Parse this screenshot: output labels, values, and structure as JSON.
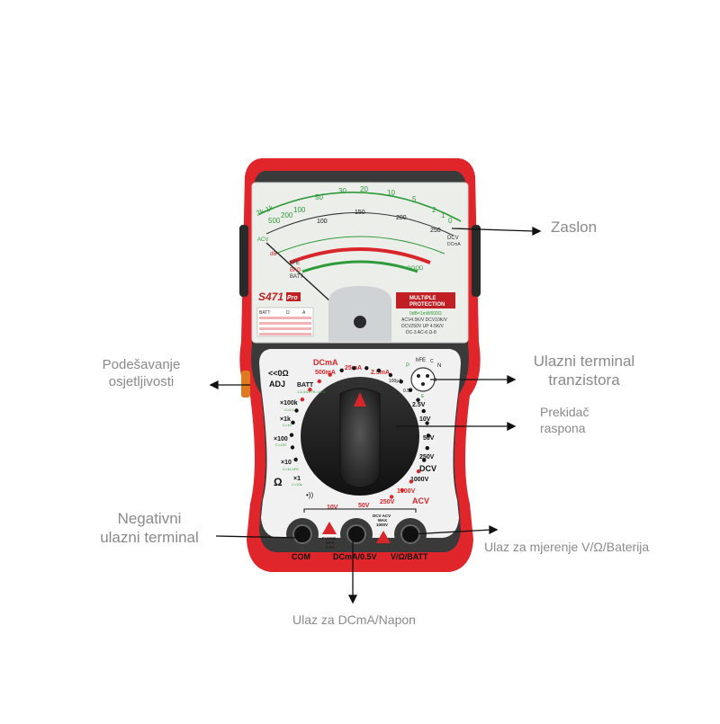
{
  "callouts": {
    "display": "Zaslon",
    "sensitivity_line1": "Podešavanje",
    "sensitivity_line2": "osjetljivosti",
    "transistor_line1": "Ulazni terminal",
    "transistor_line2": "tranzistora",
    "range_line1": "Prekidač",
    "range_line2": "raspona",
    "negative_line1": "Negativni",
    "negative_line2": "ulazni terminal",
    "vohm_input": "Ulaz za mjerenje V/Ω/Baterija",
    "dcma_input": "Ulaz za DCmA/Napon"
  },
  "meter": {
    "model": "S471",
    "model_suffix": "Pro",
    "badge_line1": "MULTIPLE",
    "badge_line2": "PROTECTION",
    "scale_top_left": "2k-1k",
    "scale_top": [
      "500",
      "200",
      "100",
      "50",
      "30",
      "20",
      "10",
      "5",
      "2",
      "1",
      "0"
    ],
    "scale_mid": [
      "100",
      "150",
      "200",
      "250"
    ],
    "scale_labels": {
      "acv": "ACV",
      "dcv": "DCV",
      "dcma": "DCmA",
      "dbl": "dB",
      "hfe": "hFE",
      "bad": "BAD",
      "batt": "BATT",
      "good": "GOOD"
    },
    "info_line1": "0dB=1mW600Ω",
    "info_line2": "ACV4.5K/V DCV10K/V",
    "info_line3": "DCV250V UP 4.5K/V",
    "info_line4": "DC-3 AC-6 Ω-8",
    "table_h1": "BATT",
    "table_h2": "Ω",
    "table_h3": "A"
  },
  "dial": {
    "left_top": "<<0Ω",
    "left_adj": "ADJ",
    "batt": "BATT",
    "batt_sub": "1.2-3.6V RL=10Ω",
    "dcma": "DCmA",
    "ma500": "500mA",
    "ma25": "25mA",
    "ma2_5": "2.5mA",
    "ua100": "100μA",
    "v05": "0.5V",
    "v25": "2.5V",
    "v10": "10V",
    "v50": "50V",
    "v250": "250V",
    "dcv": "DCV",
    "v1000": "1000V",
    "r100k": "×100k",
    "r100k_sub": "C=0.1",
    "r1k": "×1k",
    "r1k_sub": "C=10",
    "r100": "×100",
    "r100_sub": "C=100",
    "r10": "×10",
    "r10_sub": "C=1k hFE",
    "r1": "×1",
    "r1_sub": "C=10k",
    "ohm": "Ω",
    "acv10": "10V",
    "acv50": "50V",
    "acv250": "250V",
    "acv1000": "1000V",
    "acv": "ACV",
    "hfe": "hFE",
    "hfe_p": "P",
    "hfe_n": "N",
    "hfe_c": "C",
    "hfe_b": "B",
    "hfe_e": "E"
  },
  "terminals": {
    "com": "COM",
    "dcma": "DCmA/0.5V",
    "vohm": "V/Ω/BATT",
    "fuse_line1": "FUSED",
    "fuse_line2": "MAX",
    "fuse_line3": "0.5A",
    "max_line1": "DCV ACV",
    "max_line2": "MAX",
    "max_line3": "1000V"
  },
  "colors": {
    "body_red": "#e0262b",
    "body_dark": "#3a3a3a",
    "panel": "#f1f1f1",
    "scale_green": "#2e9a3a",
    "scale_red": "#d8262b",
    "callout_text": "#8a8a8a"
  }
}
